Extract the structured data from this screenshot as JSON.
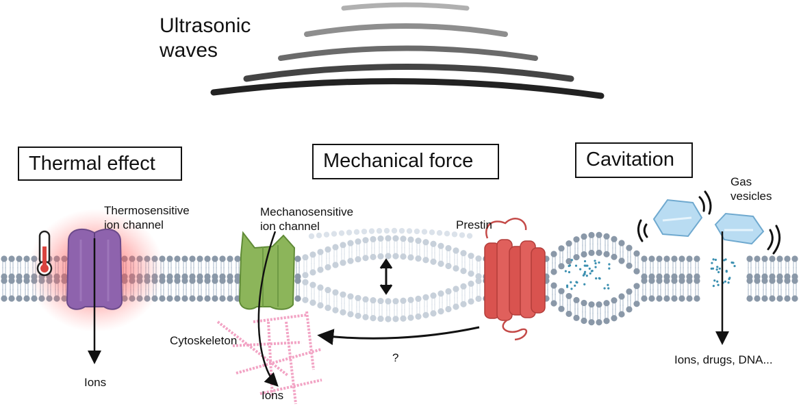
{
  "title": {
    "line1": "Ultrasonic",
    "line2": "waves"
  },
  "boxes": {
    "thermal": "Thermal effect",
    "mechanical": "Mechanical force",
    "cavitation": "Cavitation"
  },
  "labels": {
    "thermo_line1": "Thermosensitive",
    "thermo_line2": "ion channel",
    "mechano_line1": "Mechanosensitive",
    "mechano_line2": "ion channel",
    "prestin": "Prestin",
    "gas_line1": "Gas",
    "gas_line2": "vesicles",
    "cytoskeleton": "Cytoskeleton",
    "ions_left": "Ions",
    "ions_mid": "Ions",
    "question": "?",
    "ions_right": "Ions, drugs, DNA..."
  },
  "icons": {
    "thermometer": "thermometer-icon",
    "waves": "ultrasonic-waves-icon",
    "vibration": "vibration-marks-icon"
  },
  "colors": {
    "thermo_channel": "#8e63ad",
    "heat_glow": "#ff3b3b",
    "mechano_channel": "#8cb55a",
    "prestin": "#d9534f",
    "cytoskeleton": "#f2a3c4",
    "membrane_head": "#8a98a8",
    "vesicle": "#b9dcf2",
    "ion_dots": "#3a8fb0"
  }
}
